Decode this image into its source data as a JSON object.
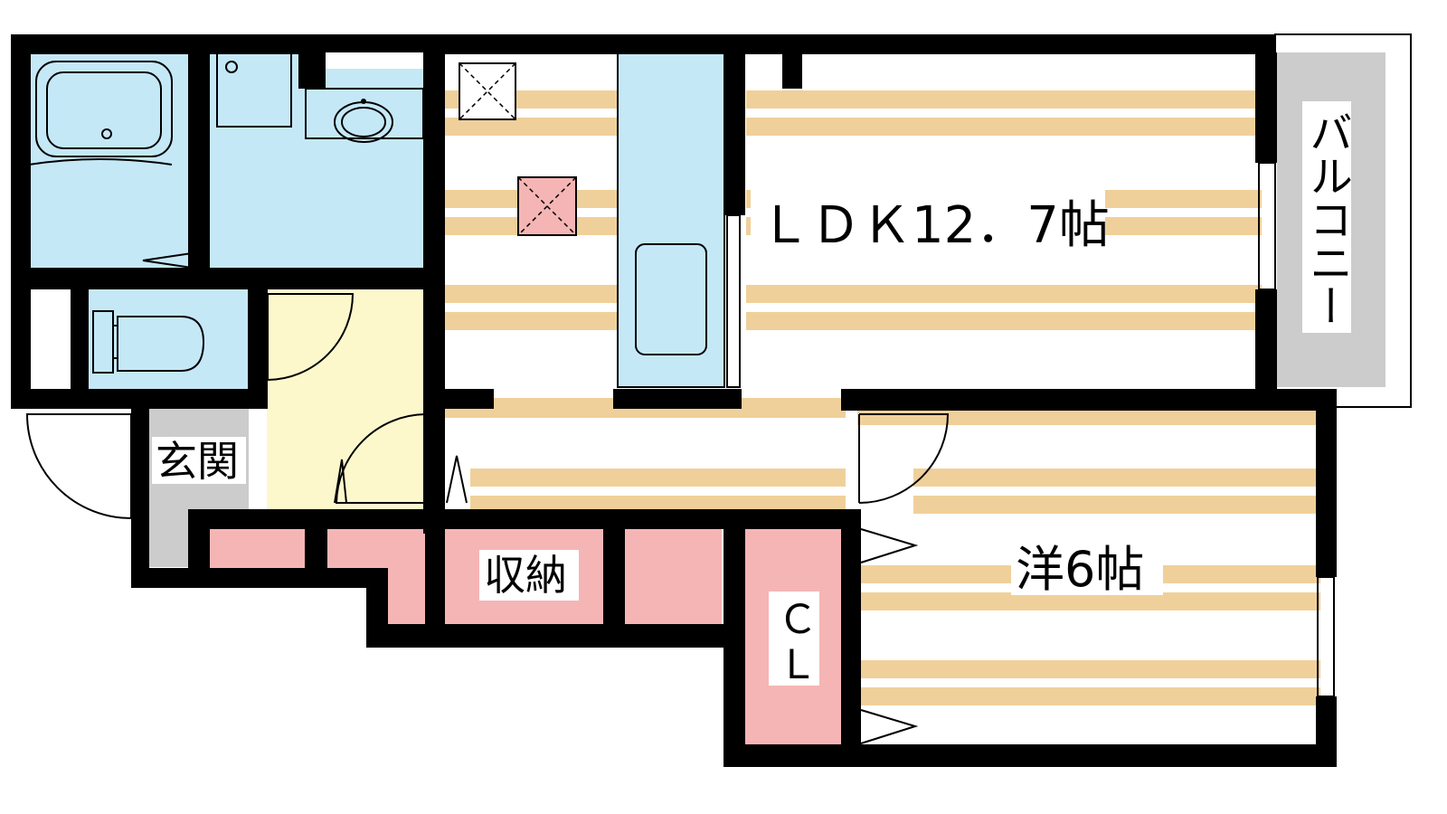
{
  "floor_plan": {
    "rooms": {
      "ldk": {
        "label": "ＬＤＫ12．7帖"
      },
      "western": {
        "label": "洋6帖"
      },
      "balcony": {
        "label": "バルコニー"
      },
      "entrance": {
        "label": "玄関"
      },
      "storage": {
        "label": "収納"
      },
      "closet": {
        "label_line1": "Ｃ",
        "label_line2": "Ｌ"
      }
    }
  },
  "colors": {
    "wall": "#000000",
    "wet_area": "#c5e8f7",
    "floor_stripe": "#f0d09a",
    "floor_base": "#ffffff",
    "storage": "#f5b5b5",
    "entrance_floor": "#cccccc",
    "hallway": "#fdf8cc",
    "balcony": "#cccccc",
    "vent_marker": "#f5b5b5"
  }
}
